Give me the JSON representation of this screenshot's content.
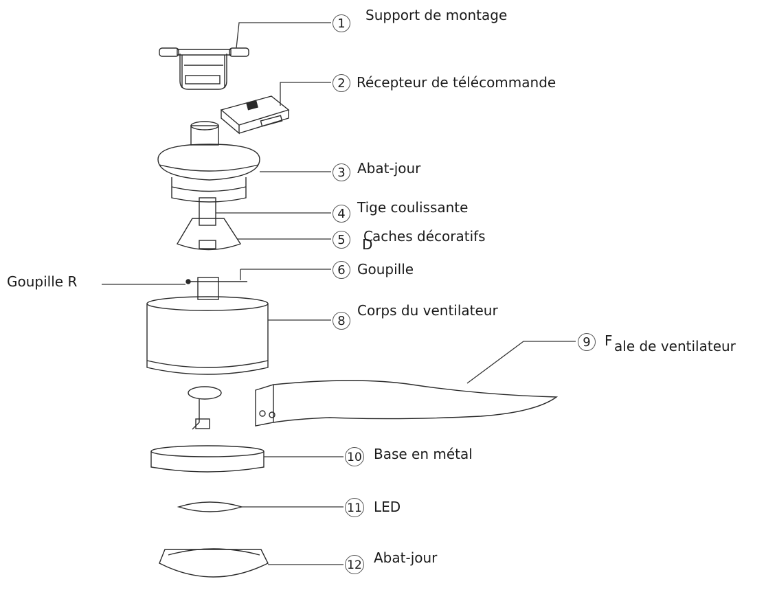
{
  "parts": [
    {
      "number": "1",
      "label": "Support de montage"
    },
    {
      "number": "2",
      "label": "écepteur de télécommande"
    },
    {
      "number": "3",
      "label": "Abat-jour"
    },
    {
      "number": "4",
      "label": "Tige coulissante"
    },
    {
      "number": "5",
      "label": "aches décoratifs"
    },
    {
      "number": "6",
      "label": "Goupille"
    },
    {
      "number": "8",
      "label": "Corps du ventilateur"
    },
    {
      "number": "9",
      "label": "ale de ventilateur"
    },
    {
      "number": "10",
      "label": "Base en métal"
    },
    {
      "number": "11",
      "label": "LED"
    },
    {
      "number": "12",
      "label": "Abat-jour"
    }
  ],
  "side_label": "Goupille R",
  "overlay_chars": {
    "r": "R",
    "c": "C",
    "d": "D",
    "f": "F"
  }
}
